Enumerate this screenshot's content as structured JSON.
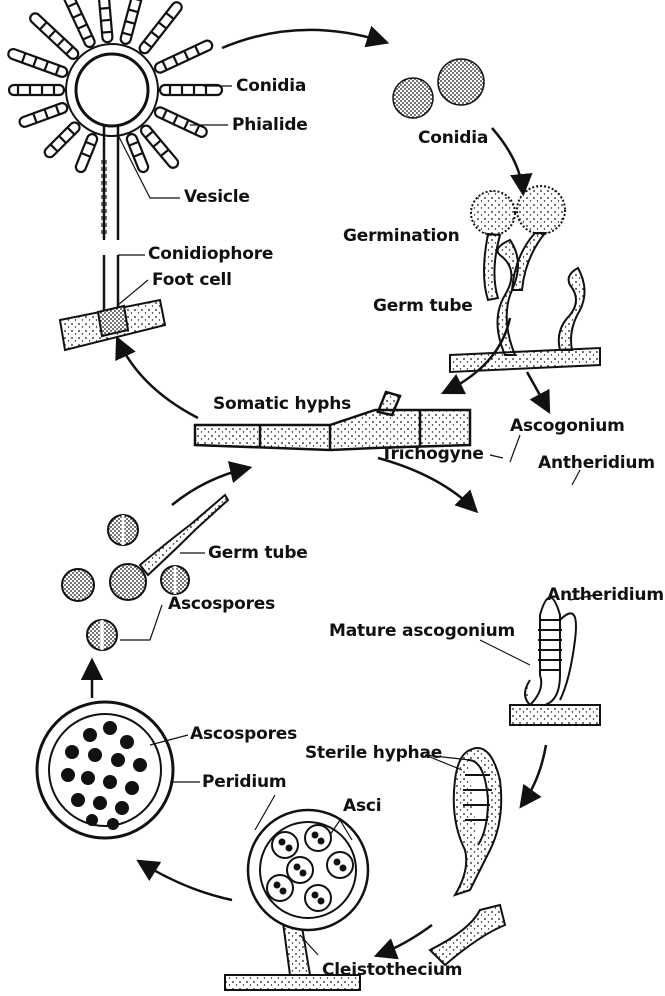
{
  "labels": {
    "conidia_top": "Conidia",
    "phialide": "Phialide",
    "vesicle": "Vesicle",
    "conidiophore": "Conidiophore",
    "foot_cell": "Foot cell",
    "conidia_right": "Conidia",
    "germination": "Germination",
    "germ_tube_top": "Germ tube",
    "somatic_hyphs": "Somatic hyphs",
    "ascogonium": "Ascogonium",
    "trichogyne": "Trichogyne",
    "antheridium_1": "Antheridium",
    "germ_tube_left": "Germ tube",
    "ascospores_left": "Ascospores",
    "antheridium_2": "Antheridium",
    "mature_ascogonium": "Mature ascogonium",
    "ascospores_lower": "Ascospores",
    "sterile_hyphae": "Sterile hyphae",
    "peridium": "Peridium",
    "asci": "Asci",
    "cleistothecium": "Cleistothecium"
  },
  "colors": {
    "ink": "#111111",
    "paper": "#ffffff"
  }
}
